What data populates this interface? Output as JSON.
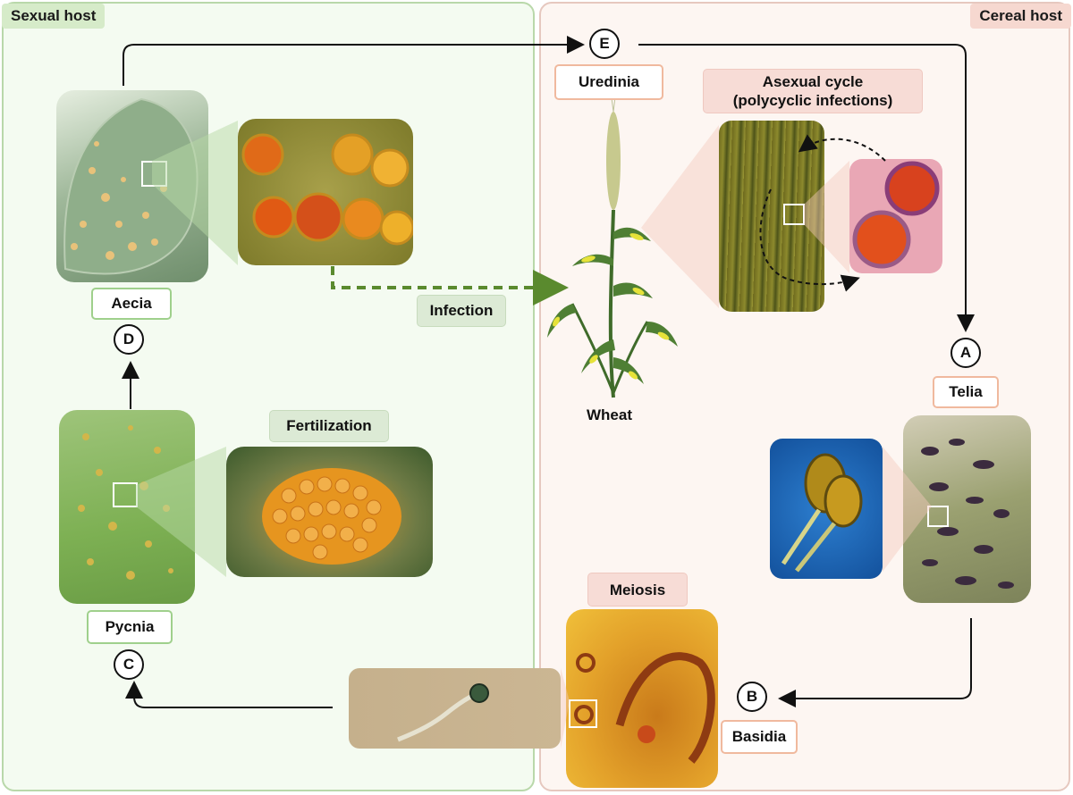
{
  "hosts": {
    "sexual": "Sexual host",
    "cereal": "Cereal host"
  },
  "stages": {
    "A": {
      "letter": "A",
      "label": "Telia"
    },
    "B": {
      "letter": "B",
      "label": "Basidia"
    },
    "C": {
      "letter": "C",
      "label": "Pycnia"
    },
    "D": {
      "letter": "D",
      "label": "Aecia"
    },
    "E": {
      "letter": "E",
      "label": "Uredinia"
    }
  },
  "processes": {
    "fertilization": "Fertilization",
    "infection": "Infection",
    "meiosis": "Meiosis",
    "asexual_line1": "Asexual cycle",
    "asexual_line2": "(polycyclic infections)"
  },
  "plant": {
    "name": "Wheat"
  },
  "colors": {
    "sexual_panel": "#f4fbf1",
    "cereal_panel": "#fdf6f2",
    "green_accent": "#9fd08c",
    "pink_accent": "#f0b99e",
    "infection_arrow": "#5a8a2e"
  }
}
